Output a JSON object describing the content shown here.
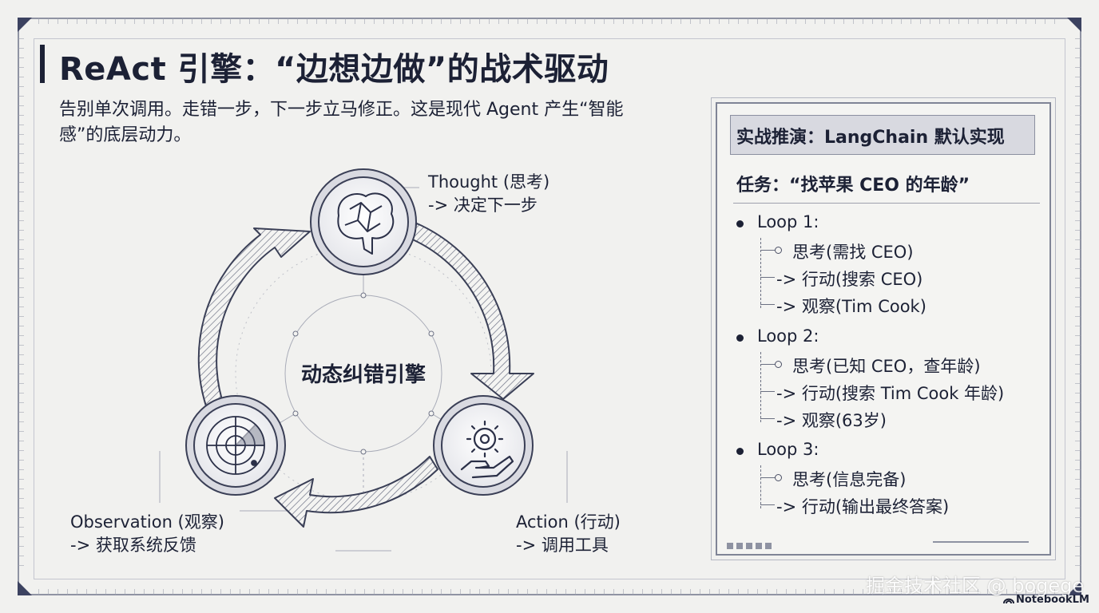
{
  "header": {
    "title": "ReAct 引擎：“边想边做”的战术驱动",
    "subtitle": "告别单次调用。走错一步，下一步立马修正。这是现代 Agent 产生“智能感”的底层动力。"
  },
  "diagram": {
    "center_label": "动态纠错引擎",
    "nodes": [
      {
        "id": "thought",
        "line1": "Thought (思考)",
        "line2": "-> 决定下一步",
        "icon": "brain-icon"
      },
      {
        "id": "action",
        "line1": "Action (行动)",
        "line2": "-> 调用工具",
        "icon": "gear-hand-icon"
      },
      {
        "id": "observation",
        "line1": "Observation (观察)",
        "line2": "-> 获取系统反馈",
        "icon": "radar-icon"
      }
    ]
  },
  "panel": {
    "header": "实战推演：LangChain 默认实现",
    "task": "任务：“找苹果 CEO 的年龄”",
    "loops": [
      {
        "label": "Loop 1:",
        "steps": [
          "思考(需找 CEO)",
          "-> 行动(搜索 CEO)",
          "-> 观察(Tim Cook)"
        ]
      },
      {
        "label": "Loop 2:",
        "steps": [
          "思考(已知 CEO，查年龄)",
          "-> 行动(搜索 Tim Cook 年龄)",
          "-> 观察(63岁)"
        ]
      },
      {
        "label": "Loop 3:",
        "steps": [
          "思考(信息完备)",
          "-> 行动(输出最终答案)"
        ]
      }
    ]
  },
  "footer": {
    "watermark": "掘金技术社区 @ bogege",
    "brand": "NotebookLM"
  },
  "colors": {
    "ink": "#1c2135",
    "accent": "#3c4260",
    "paper": "#f1f1ef",
    "panel_header": "#d8d9e0"
  }
}
